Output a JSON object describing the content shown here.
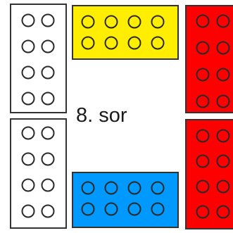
{
  "row_label": "8. sor",
  "colors": {
    "white_brick": "#ffffff",
    "yellow_brick": "#ffee00",
    "red_brick": "#ff0000",
    "blue_brick": "#0099ff",
    "outline": "#333333",
    "stud_outline": "#2a2a2a"
  },
  "bricks": [
    {
      "name": "white-brick-top-left",
      "color": "white",
      "studs": "2x4"
    },
    {
      "name": "white-brick-bottom-left",
      "color": "white",
      "studs": "2x4"
    },
    {
      "name": "yellow-brick-top",
      "color": "yellow",
      "studs": "4x2"
    },
    {
      "name": "blue-brick-bottom",
      "color": "blue",
      "studs": "4x2"
    },
    {
      "name": "red-brick-top-right",
      "color": "red",
      "studs": "2x4"
    },
    {
      "name": "red-brick-bottom-right",
      "color": "red",
      "studs": "2x4"
    }
  ]
}
